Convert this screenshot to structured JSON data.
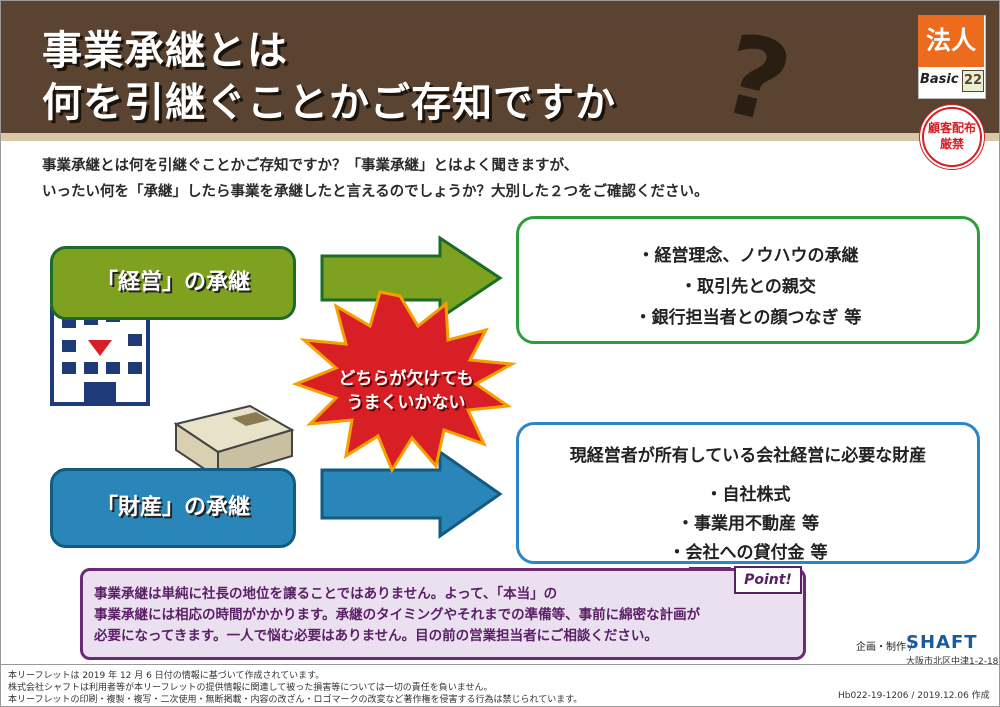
{
  "header": {
    "title_line1": "事業承継とは",
    "title_line2": "何を引継ぐことかご存知ですか",
    "question_mark": "?"
  },
  "badge": {
    "category": "法人",
    "series": "Basic",
    "number": "22",
    "stamp_line1": "顧客配布",
    "stamp_line2": "厳禁"
  },
  "intro": {
    "line1": "事業承継とは何を引継ぐことかご存知ですか？「事業承継」とはよく聞きますが、",
    "line2": "いったい何を「承継」したら事業を承継したと言えるのでしょうか？大別した２つをご確認ください。"
  },
  "management": {
    "label": "「経営」の承継",
    "items": [
      "・経営理念、ノウハウの承継",
      "・取引先との親交",
      "・銀行担当者との顔つなぎ 等"
    ]
  },
  "burst": {
    "line1": "どちらが欠けても",
    "line2": "うまくいかない"
  },
  "assets": {
    "label": "「財産」の承継",
    "heading": "現経営者が所有している会社経営に必要な財産",
    "items": [
      "・自社株式",
      "・事業用不動産 等",
      "・会社への貸付金 等"
    ]
  },
  "point": {
    "tag": "Point!",
    "line1": "事業承継は単純に社長の地位を譲ることではありません。よって、「本当」の",
    "line2": "事業承継には相応の時間がかかります。承継のタイミングやそれまでの準備等、事前に綿密な計画が",
    "line3": "必要になってきます。一人で悩む必要はありません。目の前の営業担当者にご相談ください。"
  },
  "credits": {
    "label": "企画・制作 /",
    "company": "SHAFT",
    "address": "大阪市北区中津1-2-18"
  },
  "footer": {
    "line1": "本リーフレットは 2019 年 12 月 6 日付の情報に基づいて作成されています。",
    "line2": "株式会社シャフトは利用者等が本リーフレットの提供情報に関連して被った損害等については一切の責任を負いません。",
    "line3": "本リーフレットの印刷・複製・複写・二次使用・無断掲載・内容の改ざん・ロゴマークの改変など著作権を侵害する行為は禁じられています。",
    "code": "Hb022-19-1206 / 2019.12.06 作成"
  },
  "colors": {
    "header_brown": "#5a4330",
    "accent_orange": "#ec6b1c",
    "green": "#7ea21f",
    "blue": "#2a86b8",
    "burst_red": "#d81f26",
    "point_purple": "#6b2a78"
  }
}
